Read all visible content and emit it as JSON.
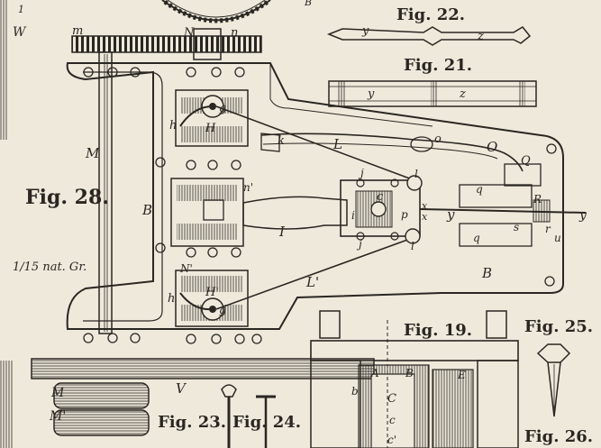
{
  "figures": {
    "fig28": "Fig. 28.",
    "fig22": "Fig. 22.",
    "fig21": "Fig. 21.",
    "fig19": "Fig. 19.",
    "fig25": "Fig. 25.",
    "fig23": "Fig. 23.",
    "fig24": "Fig. 24.",
    "fig26": "Fig. 26."
  },
  "scale_note": "1/15 nat. Gr.",
  "corner_marks": {
    "top_left_num": "1",
    "top_left_letter": "W",
    "top_b": "B"
  },
  "letters": {
    "m": "m",
    "N": "N",
    "n": "n",
    "M_shaft": "M",
    "B_left": "B",
    "B_right": "B",
    "h_top": "h",
    "g_top": "g",
    "H": "H",
    "k": "k",
    "L": "L",
    "o": "o",
    "O": "O",
    "Q": "Q",
    "n_prime": "n'",
    "l_top": "l",
    "c": "c",
    "i": "i",
    "p": "p",
    "x_top": "x",
    "x_bottom": "x",
    "y_mid": "y",
    "q_top": "q",
    "q_bottom": "q",
    "R": "R",
    "s": "s",
    "r": "r",
    "u": "u",
    "y_right": "y",
    "I": "I",
    "j_top": "j",
    "j_bottom": "j",
    "l_bottom": "l",
    "N_prime": "N'",
    "L_prime": "L'",
    "h_bottom": "h",
    "H_prime": "H'",
    "g_bottom": "g",
    "V": "V",
    "M_pulley": "M",
    "M_prime_pulley": "M'",
    "y22": "y",
    "z22": "z",
    "y21": "y",
    "z21": "z",
    "A19": "A",
    "B19": "B",
    "E19": "E",
    "b19": "b",
    "C19": "C",
    "c19": "c",
    "c_prime19": "c'"
  },
  "colors": {
    "paper": "#efe9dc",
    "ink": "#2a2622"
  }
}
